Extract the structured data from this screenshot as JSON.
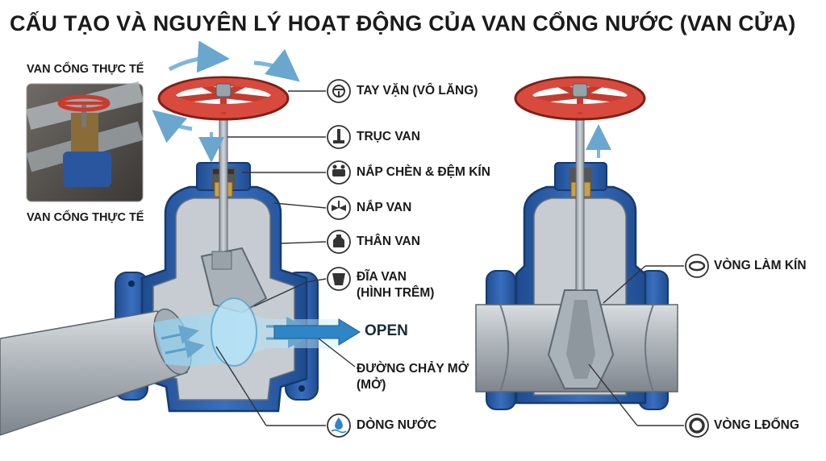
{
  "title": "CẤU TẠO VÀ NGUYÊN LÝ HOẠT ĐỘNG CỦA VAN CỔNG NƯỚC (VAN CỬA)",
  "photo": {
    "caption_top": "VAN CỔNG THỰC TẾ",
    "caption_bottom": "VAN CỔNG THỰC TẾ"
  },
  "flow_label": "OPEN",
  "parts": [
    {
      "id": "handwheel",
      "label": "TAY VẶN (VÔ LĂNG)",
      "icon": "steering-wheel-icon"
    },
    {
      "id": "stem",
      "label": "TRỤC VAN",
      "icon": "stem-icon"
    },
    {
      "id": "packing",
      "label": "NẮP CHÈN & ĐỆM KÍN",
      "icon": "packing-icon"
    },
    {
      "id": "bonnet",
      "label": "NẮP VAN",
      "icon": "valve-icon"
    },
    {
      "id": "body",
      "label": "THÂN VAN",
      "icon": "body-icon"
    },
    {
      "id": "disc",
      "label": "ĐĨA VAN",
      "label2": "(HÌNH TRÊM)",
      "icon": "wedge-icon"
    },
    {
      "id": "flowpath",
      "label": "ĐƯỜNG CHẢY MỞ",
      "label2": "(MỞ)",
      "icon": "none"
    },
    {
      "id": "water",
      "label": "DÒNG NƯỚC",
      "icon": "water-drop-icon"
    },
    {
      "id": "seal_ring",
      "label": "VÒNG LÀM KÍN",
      "icon": "ring-icon"
    },
    {
      "id": "o_ring",
      "label": "VÒNG LĐỐNG",
      "icon": "o-ring-icon"
    }
  ],
  "colors": {
    "body_blue": "#2d5fa8",
    "wheel_red": "#d84a3d",
    "steel": "#a9b1b8",
    "water": "#6fc3ea"
  }
}
